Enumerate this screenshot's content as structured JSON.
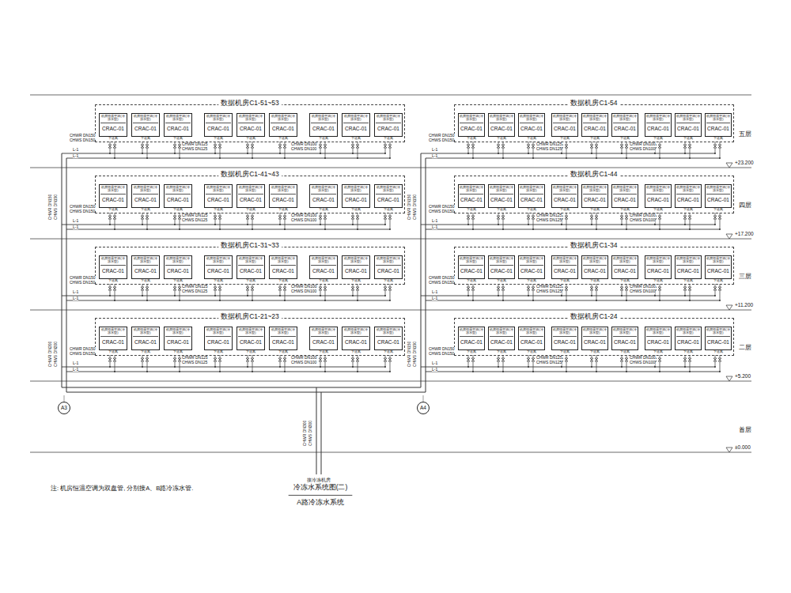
{
  "diagram": {
    "title": "冷冻水系统图(二)",
    "caption": "A路冷冻水系统",
    "nodes": [
      {
        "text": [
          "数据机房C1-51~53"
        ]
      },
      {
        "text": [
          "机房恒温空调(冷冻水型)",
          "CRAC-01",
          "下送风"
        ],
        "in": 0
      },
      {
        "text": [
          "机房恒温空调(冷冻水型)",
          "CRAC-01",
          "下送风"
        ],
        "in": 0
      },
      {
        "text": [
          "机房恒温空调(冷冻水型)",
          "CRAC-01",
          "下送风"
        ],
        "in": 0
      },
      {
        "text": [
          "机房恒温空调(冷冻水型)",
          "CRAC-01",
          "下送风"
        ],
        "in": 0
      },
      {
        "text": [
          "机房恒温空调(冷冻水型)",
          "CRAC-01",
          "下送风"
        ],
        "in": 0
      },
      {
        "text": [
          "机房恒温空调(冷冻水型)",
          "CRAC-01",
          "下送风"
        ],
        "in": 0
      },
      {
        "text": [
          "机房恒温空调(冷冻水型)",
          "CRAC-01",
          "下送风"
        ],
        "in": 0
      },
      {
        "text": [
          "机房恒温空调(冷冻水型)",
          "CRAC-01",
          "下送风"
        ],
        "in": 0
      },
      {
        "text": [
          "机房恒温空调(冷冻水型)",
          "CRAC-01",
          "下送风"
        ],
        "in": 0
      },
      {
        "text": [
          "数据机房C1-54"
        ]
      },
      {
        "text": [
          "机房恒温空调(冷冻水型)",
          "CRAC-01",
          "下送风"
        ],
        "in": 10
      },
      {
        "text": [
          "机房恒温空调(冷冻水型)",
          "CRAC-01",
          "下送风"
        ],
        "in": 10
      },
      {
        "text": [
          "机房恒温空调(冷冻水型)",
          "CRAC-01",
          "下送风"
        ],
        "in": 10
      },
      {
        "text": [
          "机房恒温空调(冷冻水型)",
          "CRAC-01",
          "下送风"
        ],
        "in": 10
      },
      {
        "text": [
          "机房恒温空调(冷冻水型)",
          "CRAC-01",
          "下送风"
        ],
        "in": 10
      },
      {
        "text": [
          "机房恒温空调(冷冻水型)",
          "CRAC-01",
          "下送风"
        ],
        "in": 10
      },
      {
        "text": [
          "机房恒温空调(冷冻水型)",
          "CRAC-01",
          "下送风"
        ],
        "in": 10
      },
      {
        "text": [
          "机房恒温空调(冷冻水型)",
          "CRAC-01",
          "下送风"
        ],
        "in": 10
      },
      {
        "text": [
          "机房恒温空调(冷冻水型)",
          "CRAC-01",
          "下送风"
        ],
        "in": 10
      },
      {
        "text": [
          "数据机房C1-41~43"
        ]
      },
      {
        "text": [
          "机房恒温空调(冷冻水型)",
          "CRAC-01",
          "下送风"
        ],
        "in": 20
      },
      {
        "text": [
          "机房恒温空调(冷冻水型)",
          "CRAC-01",
          "下送风"
        ],
        "in": 20
      },
      {
        "text": [
          "机房恒温空调(冷冻水型)",
          "CRAC-01",
          "下送风"
        ],
        "in": 20
      },
      {
        "text": [
          "机房恒温空调(冷冻水型)",
          "CRAC-01",
          "下送风"
        ],
        "in": 20
      },
      {
        "text": [
          "机房恒温空调(冷冻水型)",
          "CRAC-01",
          "下送风"
        ],
        "in": 20
      },
      {
        "text": [
          "机房恒温空调(冷冻水型)",
          "CRAC-01",
          "下送风"
        ],
        "in": 20
      },
      {
        "text": [
          "机房恒温空调(冷冻水型)",
          "CRAC-01",
          "下送风"
        ],
        "in": 20
      },
      {
        "text": [
          "机房恒温空调(冷冻水型)",
          "CRAC-01",
          "下送风"
        ],
        "in": 20
      },
      {
        "text": [
          "机房恒温空调(冷冻水型)",
          "CRAC-01",
          "下送风"
        ],
        "in": 20
      },
      {
        "text": [
          "数据机房C1-44"
        ]
      },
      {
        "text": [
          "机房恒温空调(冷冻水型)",
          "CRAC-01",
          "下送风"
        ],
        "in": 30
      },
      {
        "text": [
          "机房恒温空调(冷冻水型)",
          "CRAC-01",
          "下送风"
        ],
        "in": 30
      },
      {
        "text": [
          "机房恒温空调(冷冻水型)",
          "CRAC-01",
          "下送风"
        ],
        "in": 30
      },
      {
        "text": [
          "机房恒温空调(冷冻水型)",
          "CRAC-01",
          "下送风"
        ],
        "in": 30
      },
      {
        "text": [
          "机房恒温空调(冷冻水型)",
          "CRAC-01",
          "下送风"
        ],
        "in": 30
      },
      {
        "text": [
          "机房恒温空调(冷冻水型)",
          "CRAC-01",
          "下送风"
        ],
        "in": 30
      },
      {
        "text": [
          "机房恒温空调(冷冻水型)",
          "CRAC-01",
          "下送风"
        ],
        "in": 30
      },
      {
        "text": [
          "机房恒温空调(冷冻水型)",
          "CRAC-01",
          "下送风"
        ],
        "in": 30
      },
      {
        "text": [
          "机房恒温空调(冷冻水型)",
          "CRAC-01",
          "下送风"
        ],
        "in": 30
      },
      {
        "text": [
          "数据机房C1-31~33"
        ]
      },
      {
        "text": [
          "机房恒温空调(冷冻水型)",
          "CRAC-01",
          "下送风"
        ],
        "in": 40
      },
      {
        "text": [
          "机房恒温空调(冷冻水型)",
          "CRAC-01",
          "下送风"
        ],
        "in": 40
      },
      {
        "text": [
          "机房恒温空调(冷冻水型)",
          "CRAC-01",
          "下送风"
        ],
        "in": 40
      },
      {
        "text": [
          "机房恒温空调(冷冻水型)",
          "CRAC-01",
          "下送风"
        ],
        "in": 40
      },
      {
        "text": [
          "机房恒温空调(冷冻水型)",
          "CRAC-01",
          "下送风"
        ],
        "in": 40
      },
      {
        "text": [
          "机房恒温空调(冷冻水型)",
          "CRAC-01",
          "下送风"
        ],
        "in": 40
      },
      {
        "text": [
          "机房恒温空调(冷冻水型)",
          "CRAC-01",
          "下送风"
        ],
        "in": 40
      },
      {
        "text": [
          "机房恒温空调(冷冻水型)",
          "CRAC-01",
          "下送风"
        ],
        "in": 40
      },
      {
        "text": [
          "机房恒温空调(冷冻水型)",
          "CRAC-01",
          "下送风"
        ],
        "in": 40
      },
      {
        "text": [
          "数据机房C1-34"
        ]
      },
      {
        "text": [
          "机房恒温空调(冷冻水型)",
          "CRAC-01",
          "下送风"
        ],
        "in": 50
      },
      {
        "text": [
          "机房恒温空调(冷冻水型)",
          "CRAC-01",
          "下送风"
        ],
        "in": 50
      },
      {
        "text": [
          "机房恒温空调(冷冻水型)",
          "CRAC-01",
          "下送风"
        ],
        "in": 50
      },
      {
        "text": [
          "机房恒温空调(冷冻水型)",
          "CRAC-01",
          "下送风"
        ],
        "in": 50
      },
      {
        "text": [
          "机房恒温空调(冷冻水型)",
          "CRAC-01",
          "下送风"
        ],
        "in": 50
      },
      {
        "text": [
          "机房恒温空调(冷冻水型)",
          "CRAC-01",
          "下送风"
        ],
        "in": 50
      },
      {
        "text": [
          "机房恒温空调(冷冻水型)",
          "CRAC-01",
          "下送风"
        ],
        "in": 50
      },
      {
        "text": [
          "机房恒温空调(冷冻水型)",
          "CRAC-01",
          "下送风"
        ],
        "in": 50
      },
      {
        "text": [
          "机房恒温空调(冷冻水型)",
          "CRAC-01",
          "下送风"
        ],
        "in": 50
      },
      {
        "text": [
          "数据机房C1-21~23"
        ]
      },
      {
        "text": [
          "机房恒温空调(冷冻水型)",
          "CRAC-01",
          "下送风"
        ],
        "in": 60
      },
      {
        "text": [
          "机房恒温空调(冷冻水型)",
          "CRAC-01",
          "下送风"
        ],
        "in": 60
      },
      {
        "text": [
          "机房恒温空调(冷冻水型)",
          "CRAC-01",
          "下送风"
        ],
        "in": 60
      },
      {
        "text": [
          "机房恒温空调(冷冻水型)",
          "CRAC-01",
          "下送风"
        ],
        "in": 60
      },
      {
        "text": [
          "机房恒温空调(冷冻水型)",
          "CRAC-01",
          "下送风"
        ],
        "in": 60
      },
      {
        "text": [
          "机房恒温空调(冷冻水型)",
          "CRAC-01",
          "下送风"
        ],
        "in": 60
      },
      {
        "text": [
          "机房恒温空调(冷冻水型)",
          "CRAC-01",
          "下送风"
        ],
        "in": 60
      },
      {
        "text": [
          "机房恒温空调(冷冻水型)",
          "CRAC-01",
          "下送风"
        ],
        "in": 60
      },
      {
        "text": [
          "机房恒温空调(冷冻水型)",
          "CRAC-01",
          "下送风"
        ],
        "in": 60
      },
      {
        "text": [
          "数据机房C1-24"
        ]
      },
      {
        "text": [
          "机房恒温空调(冷冻水型)",
          "CRAC-01",
          "下送风"
        ],
        "in": 70
      },
      {
        "text": [
          "机房恒温空调(冷冻水型)",
          "CRAC-01",
          "下送风"
        ],
        "in": 70
      },
      {
        "text": [
          "机房恒温空调(冷冻水型)",
          "CRAC-01",
          "下送风"
        ],
        "in": 70
      },
      {
        "text": [
          "机房恒温空调(冷冻水型)",
          "CRAC-01",
          "下送风"
        ],
        "in": 70
      },
      {
        "text": [
          "机房恒温空调(冷冻水型)",
          "CRAC-01",
          "下送风"
        ],
        "in": 70
      },
      {
        "text": [
          "机房恒温空调(冷冻水型)",
          "CRAC-01",
          "下送风"
        ],
        "in": 70
      },
      {
        "text": [
          "机房恒温空调(冷冻水型)",
          "CRAC-01",
          "下送风"
        ],
        "in": 70
      },
      {
        "text": [
          "机房恒温空调(冷冻水型)",
          "CRAC-01",
          "下送风"
        ],
        "in": 70
      },
      {
        "text": [
          "机房恒温空调(冷冻水型)",
          "CRAC-01",
          "下送风"
        ],
        "in": 70
      },
      {
        "text": [
          "A3"
        ]
      },
      {
        "text": [
          "A4"
        ]
      }
    ],
    "labels": [
      "CHWR DN150",
      "CHWS DN150",
      "L-1",
      "L-1",
      "CHWR DN125",
      "CHWS DN125",
      "CHWR DN100",
      "CHWS DN100",
      "CHWR DN150",
      "CHWS DN150",
      "L-1",
      "L-1",
      "CHWR DN125",
      "CHWS DN125",
      "CHWR DN100",
      "CHWS DN100",
      "CHWR DN150",
      "CHWS DN150",
      "L-1",
      "L-1",
      "CHWR DN125",
      "CHWS DN125",
      "CHWR DN100",
      "CHWS DN100",
      "CHWR DN150",
      "CHWS DN150",
      "L-1",
      "L-1",
      "CHWR DN125",
      "CHWS DN125",
      "CHWR DN100",
      "CHWS DN100",
      "CHWR DN150",
      "CHWS DN150",
      "L-1",
      "L-1",
      "CHWR DN125",
      "CHWS DN125",
      "CHWR DN100",
      "CHWS DN100",
      "CHWR DN150",
      "CHWS DN150",
      "L-1",
      "L-1",
      "CHWR DN125",
      "CHWS DN125",
      "CHWR DN100",
      "CHWS DN100",
      "CHWR DN150",
      "CHWS DN150",
      "L-1",
      "L-1",
      "CHWR DN125",
      "CHWS DN125",
      "CHWR DN100",
      "CHWS DN100",
      "CHWR DN150",
      "CHWS DN150",
      "L-1",
      "L-1",
      "CHWR DN125",
      "CHWS DN125",
      "CHWR DN100",
      "CHWS DN100",
      "五层",
      "+23.200",
      "四层",
      "+17.200",
      "三层",
      "+11.200",
      "二层",
      "+5.200",
      "首层",
      "±0.000",
      "CHWR DN150",
      "CHWS DN150",
      "CHWR DN200",
      "CHWS DN200",
      "CHWR DN150",
      "CHWS DN150",
      "CHWR DN150",
      "CHWS DN150",
      "CHWR DN300",
      "CHWS DN300",
      "接冷冻机房",
      "注: 机房恒温空调为双盘管, 分别接A、B路冷冻水管."
    ]
  }
}
